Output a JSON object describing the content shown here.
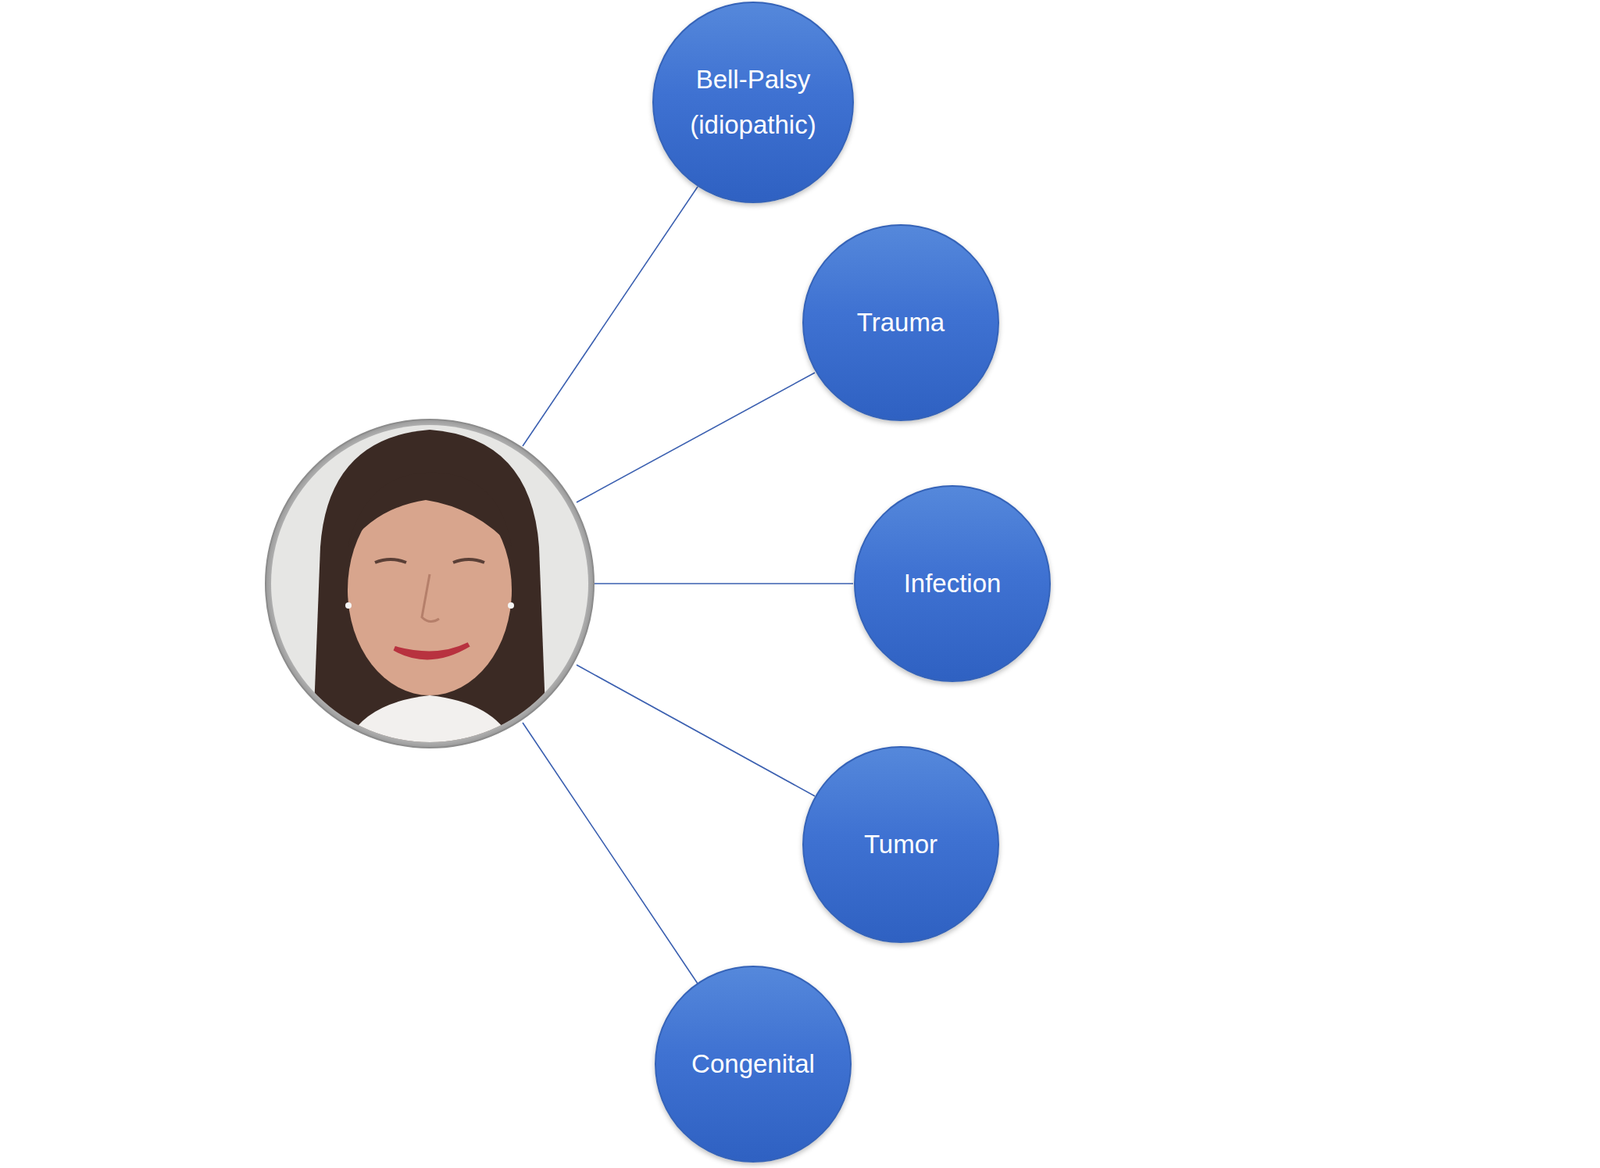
{
  "diagram": {
    "nodes": [
      {
        "text": [
          "Bell-Palsy (idiopathic)"
        ]
      },
      {
        "text": [
          "Trauma"
        ]
      },
      {
        "text": [
          "Infection"
        ]
      },
      {
        "text": [
          "Tumor"
        ]
      },
      {
        "text": [
          "Congenital"
        ]
      }
    ]
  }
}
